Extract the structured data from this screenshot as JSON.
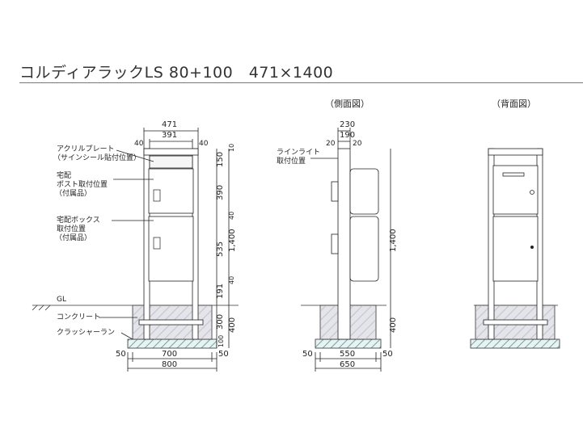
{
  "title": "コルディアラックLS 80+100　471×1400",
  "views": {
    "side": "（側面図）",
    "back": "（背面図）"
  },
  "labels": {
    "acrylic_line1": "アクリルプレート",
    "acrylic_line2": "（サインシール貼付位置）",
    "post_line1": "宅配",
    "post_line2": "ポスト取付位置",
    "post_line3": "（付属品）",
    "box_line1": "宅配ボックス",
    "box_line2": "取付位置",
    "box_line3": "（付属品）",
    "gl": "GL",
    "concrete": "コンクリート",
    "crusher": "クラッシャーラン",
    "lineright_line1": "ラインライト",
    "lineright_line2": "取付位置"
  },
  "dims": {
    "front_total_width": "471",
    "front_inner_width": "391",
    "front_left_post": "40",
    "front_right_post": "40",
    "front_base_inner": "700",
    "front_base_total": "800",
    "front_base_left": "50",
    "front_base_right": "50",
    "h_top": "10",
    "h_plate": "150",
    "h_post": "390",
    "h_gap1": "40",
    "h_box": "535",
    "h_gap2": "40",
    "h_bottom": "191",
    "h_total": "1,400",
    "h_concrete": "300",
    "h_foundation": "400",
    "h_crusher": "100",
    "side_total_width": "230",
    "side_inner_width": "190",
    "side_left": "20",
    "side_right": "20",
    "side_base_inner": "550",
    "side_base_total": "650",
    "side_base_left": "50",
    "side_base_right": "50",
    "side_h_total": "1,400",
    "side_h_foundation": "400"
  }
}
